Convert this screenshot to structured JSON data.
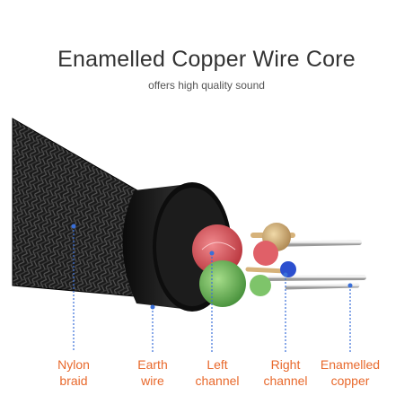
{
  "header": {
    "title": "Enamelled Copper Wire Core",
    "subtitle": "offers high quality sound"
  },
  "colors": {
    "accent": "#e8692c",
    "pointer": "#3a6fd8",
    "jacket": "#111111",
    "red_core": "#d9444c",
    "green_core": "#58a94a",
    "blue_core": "#2c4fcf",
    "copper_core": "#c7a064"
  },
  "labels": [
    {
      "id": "nylon-braid",
      "line1": "Nylon",
      "line2": "braid"
    },
    {
      "id": "earth-wire",
      "line1": "Earth",
      "line2": "wire"
    },
    {
      "id": "left-channel",
      "line1": "Left",
      "line2": "channel"
    },
    {
      "id": "right-channel",
      "line1": "Right",
      "line2": "channel"
    },
    {
      "id": "enamelled-copper",
      "line1": "Enamelled",
      "line2": "copper"
    }
  ]
}
